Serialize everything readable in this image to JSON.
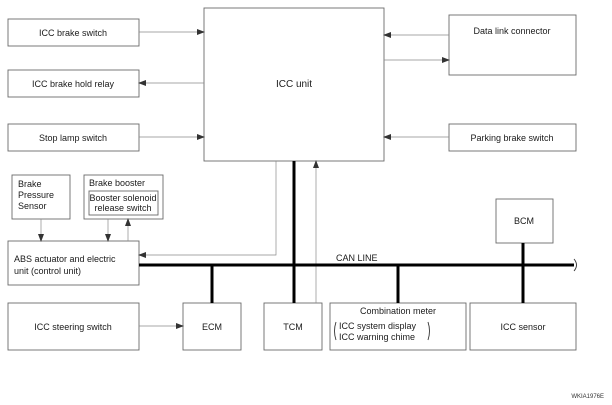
{
  "blocks": {
    "icc_brake_switch": "ICC brake switch",
    "icc_brake_hold_relay": "ICC brake hold relay",
    "stop_lamp_switch": "Stop lamp switch",
    "icc_unit": "ICC unit",
    "data_link_connector": "Data link connector",
    "parking_brake_switch": "Parking brake switch",
    "brake_pressure_sensor": [
      "Brake",
      "Pressure",
      "Sensor"
    ],
    "brake_booster": "Brake booster",
    "booster_solenoid": [
      "Booster solenoid",
      "release switch"
    ],
    "abs_actuator": [
      "ABS actuator and electric",
      "unit (control unit)"
    ],
    "bcm": "BCM",
    "icc_steering_switch": "ICC steering switch",
    "ecm": "ECM",
    "tcm": "TCM",
    "combination_meter": "Combination meter",
    "combination_meter_items": [
      "ICC system display",
      "ICC warning chime"
    ],
    "icc_sensor": "ICC sensor"
  },
  "can_line": "CAN LINE",
  "figure_code": "WKIA1976E"
}
